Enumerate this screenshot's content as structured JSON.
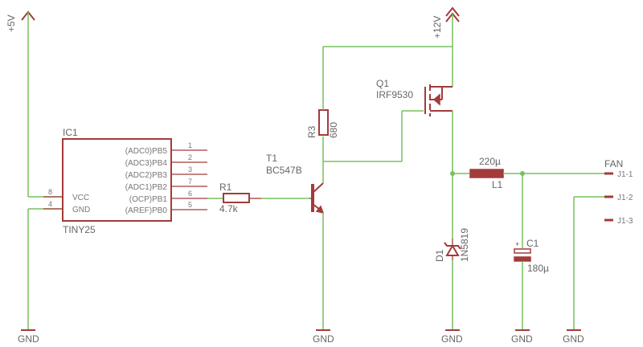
{
  "nets": {
    "plus5v": "+5V",
    "plus12v": "+12V",
    "gnd": "GND"
  },
  "ic1": {
    "name": "IC1",
    "value": "TINY25",
    "left_pins": [
      {
        "num": "8",
        "label": "VCC"
      },
      {
        "num": "4",
        "label": "GND"
      }
    ],
    "right_pins": [
      {
        "num": "1",
        "label": "(ADC0)PB5"
      },
      {
        "num": "2",
        "label": "(ADC3)PB4"
      },
      {
        "num": "3",
        "label": "(ADC2)PB3"
      },
      {
        "num": "7",
        "label": "(ADC1)PB2"
      },
      {
        "num": "6",
        "label": "(OCP)PB1"
      },
      {
        "num": "5",
        "label": "(AREF)PB0"
      }
    ]
  },
  "r1": {
    "name": "R1",
    "value": "4.7k"
  },
  "r3": {
    "name": "R3",
    "value": "680"
  },
  "t1": {
    "name": "T1",
    "value": "BC547B"
  },
  "q1": {
    "name": "Q1",
    "value": "IRF9530"
  },
  "l1": {
    "name": "L1",
    "value": "220µ"
  },
  "d1": {
    "name": "D1",
    "value": "1N5819"
  },
  "c1": {
    "name": "C1",
    "value": "180µ",
    "polarity": "+"
  },
  "fan": {
    "title": "FAN",
    "pins": [
      "J1-1",
      "J1-2",
      "J1-3"
    ]
  },
  "colors": {
    "wire": "#76c05f",
    "symbol": "#a33b3b",
    "text": "#666666"
  }
}
